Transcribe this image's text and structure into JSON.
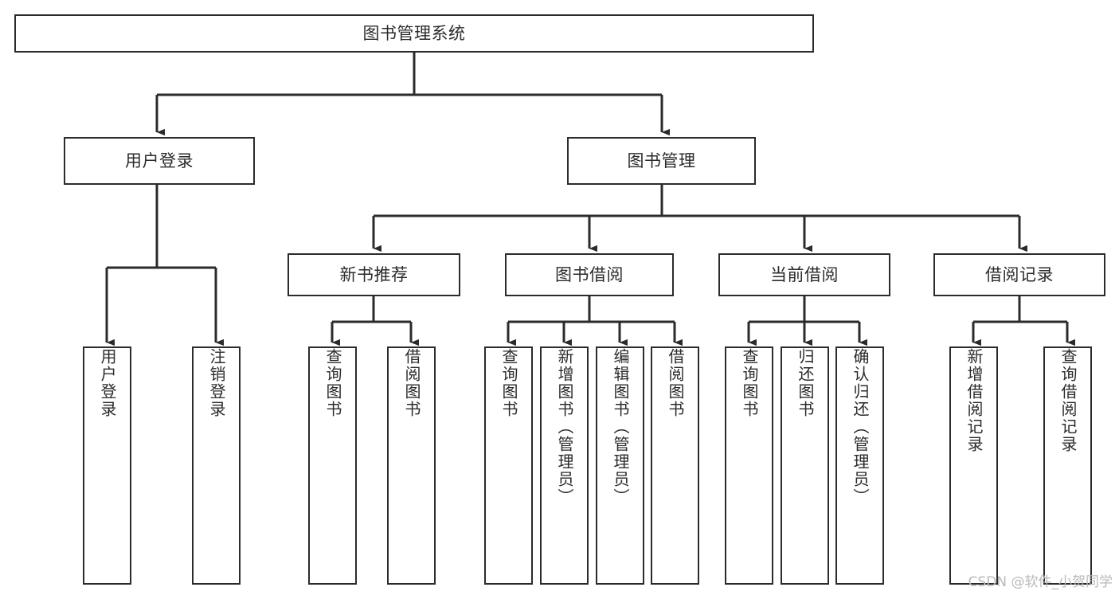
{
  "diagram": {
    "type": "tree",
    "title": "图书管理系统",
    "watermark": "CSDN @软件_小贺同学",
    "levels": {
      "root": {
        "label": "图书管理系统"
      },
      "level1": [
        {
          "id": "user-login",
          "label": "用户登录"
        },
        {
          "id": "book-management",
          "label": "图书管理"
        }
      ],
      "level2": [
        {
          "id": "new-book-recommend",
          "label": "新书推荐"
        },
        {
          "id": "book-borrow",
          "label": "图书借阅"
        },
        {
          "id": "current-borrow",
          "label": "当前借阅"
        },
        {
          "id": "borrow-record",
          "label": "借阅记录"
        }
      ],
      "leaves": {
        "user_login": [
          {
            "id": "leaf-user-login",
            "label": "用户登录"
          },
          {
            "id": "leaf-logout-login",
            "label": "注销登录"
          }
        ],
        "new_book_recommend": [
          {
            "id": "leaf-query-book-1",
            "label": "查询图书"
          },
          {
            "id": "leaf-borrow-book-1",
            "label": "借阅图书"
          }
        ],
        "book_borrow": [
          {
            "id": "leaf-query-book-2",
            "label": "查询图书"
          },
          {
            "id": "leaf-add-book-admin",
            "label": "新增图书（管理员）"
          },
          {
            "id": "leaf-edit-book-admin",
            "label": "编辑图书（管理员）"
          },
          {
            "id": "leaf-borrow-book-2",
            "label": "借阅图书"
          }
        ],
        "current_borrow": [
          {
            "id": "leaf-query-book-3",
            "label": "查询图书"
          },
          {
            "id": "leaf-return-book",
            "label": "归还图书"
          },
          {
            "id": "leaf-confirm-return-admin",
            "label": "确认归还（管理员）"
          }
        ],
        "borrow_record": [
          {
            "id": "leaf-add-borrow-record",
            "label": "新增借阅记录"
          },
          {
            "id": "leaf-query-borrow-record",
            "label": "查询借阅记录"
          }
        ]
      }
    },
    "colors": {
      "stroke": "#2b2b2b",
      "fill": "#ffffff",
      "text": "#2b2b2b",
      "watermark": "#b9b9b9"
    }
  }
}
